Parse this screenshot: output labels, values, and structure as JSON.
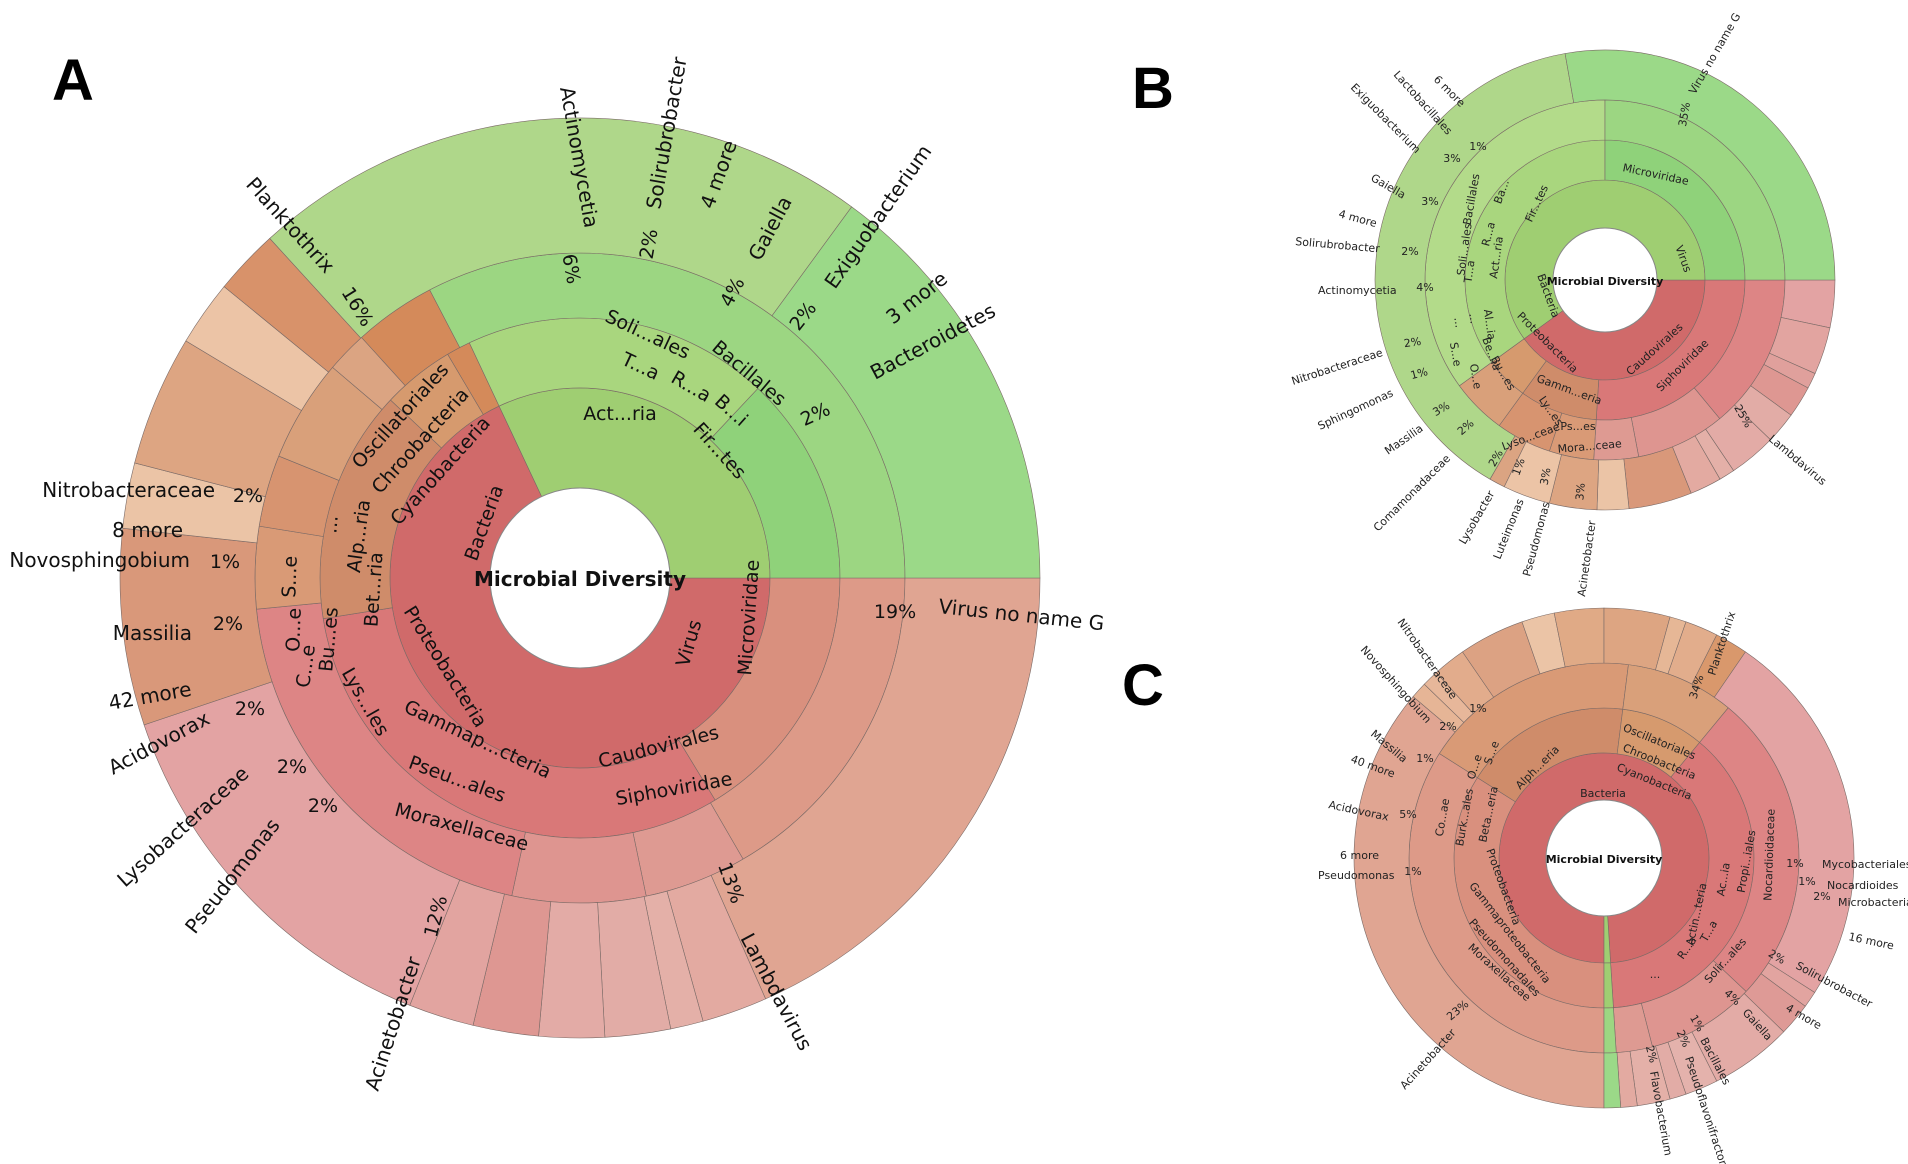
{
  "panel_labels": [
    "A",
    "B",
    "C"
  ],
  "colors": {
    "bacteria": "#d36b6b",
    "virus": "#a3d176",
    "cyano": "#d9907e",
    "proteo": "#d77878",
    "actino": "#cf8a66",
    "firmi": "#d49466",
    "bacteroid": "#d48a5a",
    "microviridae": "#b7dd8b",
    "caudovirales": "#95d884"
  },
  "chart_data": [
    {
      "type": "sunburst",
      "panel": "A",
      "center_label": "Microbial Diversity",
      "rings": [
        [
          {
            "name": "Bacteria",
            "value": 68,
            "color": "#d06a6a"
          },
          {
            "name": "Virus",
            "value": 32,
            "color": "#9fce72"
          }
        ],
        [
          {
            "name": "Cyanobacteria",
            "value": 16.3,
            "color": "#d9907e"
          },
          {
            "name": "Proteobacteria",
            "value": 31.2,
            "color": "#d97878"
          },
          {
            "name": "Act...ria",
            "value": 14.5,
            "color": "#cf8c6a"
          },
          {
            "name": "Fir...tes",
            "value": 4.5,
            "color": "#d69a6e"
          },
          {
            "name": "",
            "value": 1.5,
            "color": "#d48a5a"
          },
          {
            "name": "Microviridae",
            "value": 19,
            "color": "#a9d67e"
          },
          {
            "name": "Caudovirales",
            "value": 13,
            "color": "#8fd27a"
          }
        ],
        [
          {
            "name": "Chroobacteria",
            "value": 16.3,
            "color": "#dd9a88"
          },
          {
            "name": "Alp...ria",
            "value": 5,
            "color": "#de9a92"
          },
          {
            "name": "Bet...ria",
            "value": 6.5,
            "color": "#de9590"
          },
          {
            "name": "Gammap...cteria",
            "value": 19.7,
            "color": "#dd8585"
          },
          {
            "name": "T...a",
            "value": 4,
            "color": "#d99a76"
          },
          {
            "name": "R...a",
            "value": 3.5,
            "color": "#d79470"
          },
          {
            "name": "Bacillales",
            "value": 5,
            "color": "#d9a07a"
          },
          {
            "name": "B...i",
            "value": 2,
            "color": "#dba482"
          },
          {
            "name": "Bacteroidetes",
            "value": 4,
            "color": "#d48a5a"
          },
          {
            "name": "Siphoviridae",
            "value": 32,
            "color": "#9cd682"
          }
        ],
        [
          {
            "name": "Planktothrix",
            "value": 16,
            "color": "#e0a592",
            "pct": "16%"
          },
          {
            "name": "Nitrobacteraceae",
            "value": 2,
            "color": "#e3aaa1",
            "pct": "2%"
          },
          {
            "name": "Novosphingobium",
            "value": 1,
            "color": "#e4b0a8",
            "pct": "1%"
          },
          {
            "name": "Massilia",
            "value": 2,
            "color": "#e2aca6",
            "pct": "2%"
          },
          {
            "name": "Acidovorax",
            "value": 2,
            "color": "#e3aba6",
            "pct": "2%"
          },
          {
            "name": "Lysobacteraceae",
            "value": 2,
            "color": "#de9792",
            "pct": "2%"
          },
          {
            "name": "Pseudomonas",
            "value": 2,
            "color": "#e2a4a0",
            "pct": "2%"
          },
          {
            "name": "Acinetobacter",
            "value": 12,
            "color": "#e3a3a3",
            "pct": "12%"
          },
          {
            "name": "Actinomycetia",
            "value": 6,
            "color": "#d9987a",
            "pct": "6%"
          },
          {
            "name": "Solirubrobacter",
            "value": 2,
            "color": "#ebc4a6",
            "pct": "2%"
          },
          {
            "name": "Gaiella",
            "value": 4,
            "color": "#dda582",
            "pct": "4%"
          },
          {
            "name": "Exiguobacterium",
            "value": 2,
            "color": "#ecc4a6",
            "pct": "2%"
          },
          {
            "name": "Bacteroidetes",
            "value": 2,
            "color": "#d8926a",
            "pct": "2%"
          },
          {
            "name": "Virus no name G",
            "value": 19,
            "color": "#afd78a",
            "pct": "19%"
          },
          {
            "name": "Lambdavirus",
            "value": 13,
            "color": "#9bd988",
            "pct": "13%"
          }
        ]
      ],
      "outer_labels": [
        "Planktothrix",
        "Actinomycetia",
        "Solirubrobacter",
        "4 more",
        "Gaiella",
        "Exiguobacterium",
        "3 more",
        "Bacteroidetes",
        "Nitrobacteraceae",
        "8 more",
        "Novosphingobium",
        "Massilia",
        "42 more",
        "Acidovorax",
        "Lysobacteraceae",
        "Pseudomonas",
        "Acinetobacter",
        "Lambdavirus",
        "Virus no name G"
      ],
      "inner_labels": [
        "Oscillatoriales",
        "Chroobacteria",
        "Cyanobacteria",
        "Bacteria",
        "Proteobacteria",
        "Soli...ales",
        "T...a",
        "R...a",
        "Bacillales",
        "B...i",
        "Act...ria",
        "Fir...tes",
        "Alp...ria",
        "Bet...ria",
        "Gammap...cteria",
        "Pseu...ales",
        "Moraxellaceae",
        "S...e",
        "O...e",
        "C...e",
        "Bu...es",
        "Lys...les",
        "Virus",
        "Microviridae",
        "Caudovirales",
        "Siphoviridae",
        "..."
      ]
    },
    {
      "type": "sunburst",
      "panel": "B",
      "center_label": "Microbial Diversity",
      "rings": [
        [
          {
            "name": "Bacteria",
            "value": 40,
            "color": "#d06a6a"
          },
          {
            "name": "Virus",
            "value": 60,
            "color": "#9fce72"
          }
        ],
        [
          {
            "name": "Proteobacteria",
            "value": 26,
            "color": "#d97878"
          },
          {
            "name": "Act...ria",
            "value": 9,
            "color": "#cf8c6a"
          },
          {
            "name": "Fir...tes",
            "value": 5,
            "color": "#d69a6e"
          },
          {
            "name": "Microviridae",
            "value": 35,
            "color": "#a9d67e"
          },
          {
            "name": "Caudovirales",
            "value": 25,
            "color": "#8fd27a"
          }
        ],
        [
          {
            "name": "Gamm...eria",
            "value": 14,
            "color": "#dd8585"
          },
          {
            "name": "Be...ia",
            "value": 8,
            "color": "#de9590"
          },
          {
            "name": "Al...ia",
            "value": 4,
            "color": "#de9a92"
          },
          {
            "name": "T...a",
            "value": 4,
            "color": "#d99a76"
          },
          {
            "name": "R...a",
            "value": 5,
            "color": "#d79470"
          },
          {
            "name": "Ba...",
            "value": 5,
            "color": "#d9a07a"
          },
          {
            "name": "Microviridae",
            "value": 35,
            "color": "#b3db8a"
          },
          {
            "name": "Siphoviridae",
            "value": 25,
            "color": "#9cd682"
          }
        ],
        [
          {
            "name": "Acinetobacter",
            "value": 3,
            "color": "#e3a3a3",
            "pct": "3%"
          },
          {
            "name": "Pseudomonas",
            "value": 3,
            "color": "#e2a4a0",
            "pct": "3%"
          },
          {
            "name": "Luteimonas",
            "value": 1,
            "color": "#e0a09c",
            "pct": "1%"
          },
          {
            "name": "Lysobacter",
            "value": 2,
            "color": "#de9792",
            "pct": "2%"
          },
          {
            "name": "Comamonadaceae",
            "value": 2,
            "color": "#e2aca6",
            "pct": "2%"
          },
          {
            "name": "Massilia",
            "value": 3,
            "color": "#e3aba6",
            "pct": "3%"
          },
          {
            "name": "Sphingomonas",
            "value": 1,
            "color": "#e4b0a8",
            "pct": "1%"
          },
          {
            "name": "Nitrobacteraceae",
            "value": 2,
            "color": "#e3aaa1",
            "pct": "2%"
          },
          {
            "name": "Actinomycetia",
            "value": 4,
            "color": "#d9987a",
            "pct": "4%"
          },
          {
            "name": "Solirubrobacter",
            "value": 2,
            "color": "#ebc4a6",
            "pct": "2%"
          },
          {
            "name": "Gaiella",
            "value": 3,
            "color": "#dda582",
            "pct": "3%"
          },
          {
            "name": "Exiguobacterium",
            "value": 3,
            "color": "#ecc4a6",
            "pct": "3%"
          },
          {
            "name": "Lactobacillales",
            "value": 1,
            "color": "#dba482",
            "pct": "1%"
          },
          {
            "name": "Virus no name G",
            "value": 35,
            "color": "#afd78a",
            "pct": "35%"
          },
          {
            "name": "Lambdavirus",
            "value": 25,
            "color": "#9bd988",
            "pct": "25%"
          }
        ]
      ],
      "outer_labels": [
        "Virus no name G",
        "6 more",
        "Lactobacillales",
        "Exiguobacterium",
        "Gaiella",
        "4 more",
        "Solirubrobacter",
        "Actinomycetia",
        "Nitrobacteraceae",
        "Sphingomonas",
        "Massilia",
        "Comamonadaceae",
        "Lysobacter",
        "Luteimonas",
        "Pseudomonas",
        "Acinetobacter",
        "Lambdavirus"
      ],
      "inner_labels": [
        "Microviridae",
        "Virus",
        "Caudovirales",
        "Siphoviridae",
        "Bacteria",
        "Proteobacteria",
        "Gamm...eria",
        "Ly...es",
        "Ps...es",
        "Lyso...ceae",
        "Mora...ceae",
        "Bu...es",
        "Be...ia",
        "Al...ia",
        "S...e",
        "O...e",
        "Act...ria",
        "Fir...tes",
        "Soli...ales",
        "T...a",
        "R...a",
        "Ba...",
        "Bacillales",
        "...",
        "..."
      ]
    },
    {
      "type": "sunburst",
      "panel": "C",
      "center_label": "Microbial Diversity",
      "rings": [
        [
          {
            "name": "Bacteria",
            "value": 99,
            "color": "#d06a6a"
          },
          {
            "name": "",
            "value": 1,
            "color": "#9fce72"
          }
        ],
        [
          {
            "name": "Cyanobacteria",
            "value": 34,
            "color": "#d9907e"
          },
          {
            "name": "Act...teria",
            "value": 18,
            "color": "#cf8c6a"
          },
          {
            "name": "",
            "value": 9,
            "color": "#d69a6e"
          },
          {
            "name": "Proteobacteria",
            "value": 38,
            "color": "#d97878"
          },
          {
            "name": "",
            "value": 1,
            "color": "#9fce72"
          }
        ],
        [
          {
            "name": "Chroobacteria",
            "value": 34,
            "color": "#dd9a88"
          },
          {
            "name": "Actin...teria",
            "value": 18,
            "color": "#d99a76"
          },
          {
            "name": "",
            "value": 9,
            "color": "#d9a07a"
          },
          {
            "name": "Gammaproteobacteria",
            "value": 26,
            "color": "#dd8585"
          },
          {
            "name": "Beta...eria",
            "value": 9,
            "color": "#de9590"
          },
          {
            "name": "Alph...eria",
            "value": 3,
            "color": "#de9a92"
          },
          {
            "name": "",
            "value": 1,
            "color": "#9cd682"
          }
        ],
        [
          {
            "name": "Planktothrix",
            "value": 34,
            "color": "#e0a592",
            "pct": "34%"
          },
          {
            "name": "Mycobacteriales",
            "value": 1,
            "color": "#e6b596",
            "pct": "1%"
          },
          {
            "name": "Nocardioides",
            "value": 1,
            "color": "#e7b79a",
            "pct": "1%"
          },
          {
            "name": "Microbacteriaceae",
            "value": 2,
            "color": "#e2ac8c",
            "pct": "2%"
          },
          {
            "name": "16 more",
            "value": 4,
            "color": "#dca283",
            "pct": ""
          },
          {
            "name": "Solirubrobacter",
            "value": 2,
            "color": "#ebc4a6",
            "pct": "2%"
          },
          {
            "name": "4 more",
            "value": 3,
            "color": "#e0aa86",
            "pct": ""
          },
          {
            "name": "Gaiella",
            "value": 4,
            "color": "#dda582",
            "pct": "4%"
          },
          {
            "name": "Bacillales",
            "value": 1,
            "color": "#e6b796",
            "pct": "1%"
          },
          {
            "name": "Pseudoflavonifractor",
            "value": 2,
            "color": "#e2ad8c",
            "pct": "2%"
          },
          {
            "name": "Flavobacterium",
            "value": 2,
            "color": "#d9986c",
            "pct": "2%"
          },
          {
            "name": "Acinetobacter",
            "value": 23,
            "color": "#e3a3a3",
            "pct": "23%"
          },
          {
            "name": "Pseudomonas",
            "value": 1,
            "color": "#e2a4a0",
            "pct": "1%"
          },
          {
            "name": "6 more",
            "value": 2,
            "color": "#de9a96",
            "pct": ""
          },
          {
            "name": "Acidovorax",
            "value": 5,
            "color": "#e3aba6",
            "pct": "5%"
          },
          {
            "name": "40 more",
            "value": 2,
            "color": "#e4b2ac",
            "pct": ""
          },
          {
            "name": "Massilia",
            "value": 1,
            "color": "#e2aca6",
            "pct": "1%"
          },
          {
            "name": "Novosphingobium",
            "value": 2,
            "color": "#e4b0a8",
            "pct": "2%"
          },
          {
            "name": "Nitrobacteraceae",
            "value": 1,
            "color": "#e3aaa1",
            "pct": "1%"
          },
          {
            "name": "",
            "value": 1,
            "color": "#9bd988",
            "pct": ""
          }
        ]
      ],
      "outer_labels": [
        "Planktothrix",
        "Mycobacteriales",
        "Nocardioides",
        "Microbacteriaceae",
        "16 more",
        "Solirubrobacter",
        "4 more",
        "Gaiella",
        "Bacillales",
        "Pseudoflavonifractor",
        "Flavobacterium",
        "Acinetobacter",
        "Pseudomonas",
        "6 more",
        "Acidovorax",
        "40 more",
        "Massilia",
        "Novosphingobium",
        "Nitrobacteraceae"
      ],
      "inner_labels": [
        "Oscillatoriales",
        "Chroobacteria",
        "Cyanobacteria",
        "Bacteria",
        "Proteobacteria",
        "Gammaproteobacteria",
        "Pseudomonadales",
        "Moraxellaceae",
        "Beta...eria",
        "Alph...eria",
        "Burk...ales",
        "Co...ae",
        "O...e",
        "S...e",
        "Actin...teria",
        "Ac...ia",
        "Propi...iales",
        "Nocardioidaceae",
        "R...a",
        "T...a",
        "Solir...ales",
        "..."
      ]
    }
  ]
}
